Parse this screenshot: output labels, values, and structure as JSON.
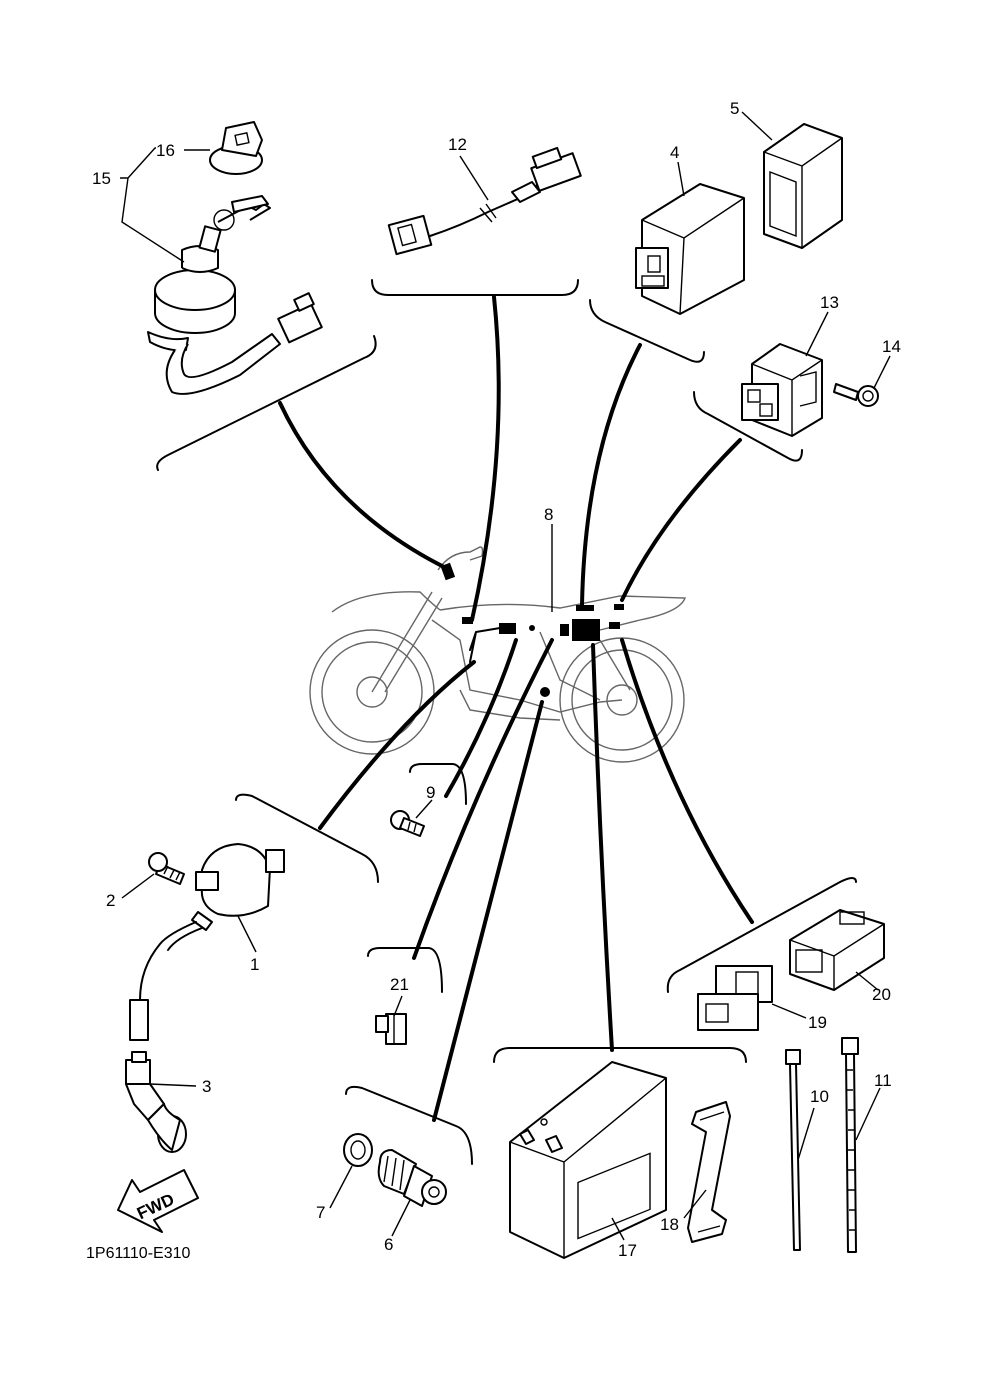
{
  "labels": {
    "p1": "1",
    "p2": "2",
    "p3": "3",
    "p4": "4",
    "p5": "5",
    "p6": "6",
    "p7": "7",
    "p8": "8",
    "p9": "9",
    "p10": "10",
    "p11": "11",
    "p12": "12",
    "p13": "13",
    "p14": "14",
    "p15": "15",
    "p16": "16",
    "p17": "17",
    "p18": "18",
    "p19": "19",
    "p20": "20",
    "p21": "21"
  },
  "fwd_label": "FWD",
  "diagram_code": "1P61110-E310"
}
